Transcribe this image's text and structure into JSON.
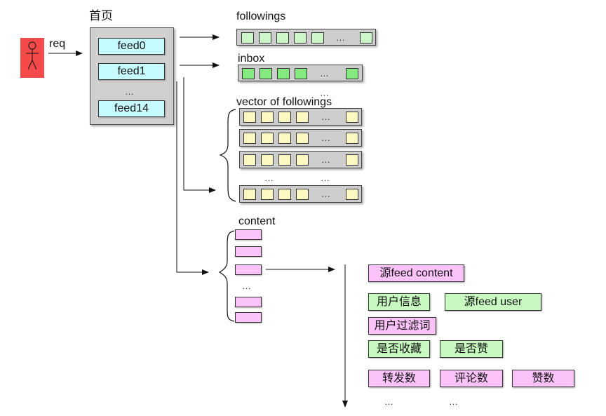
{
  "title": "首页",
  "actor": {
    "icon": "stick-figure-user-icon",
    "color": "#f64a4a"
  },
  "request_label": "req",
  "homepage": {
    "feeds": [
      "feed0",
      "feed1",
      "…",
      "feed14"
    ]
  },
  "followings": {
    "label": "followings",
    "cells": 6,
    "ellipsis": "…"
  },
  "inbox": {
    "label": "inbox",
    "cells": 5,
    "ellipsis": "…"
  },
  "vector_of_followings": {
    "label": "vector of followings",
    "top_ellipsis": "…",
    "rows": 4,
    "cells_per_row": 5,
    "ellipsis": "…",
    "gap_ellipsis": [
      "…",
      "…"
    ]
  },
  "content": {
    "label": "content",
    "ellipsis": "…",
    "boxes": 5
  },
  "content_fields": {
    "source_feed_content": "源feed content",
    "user_info": "用户信息",
    "source_feed_user": "源feed user",
    "user_filter_words": "用户过滤词",
    "is_favorited": "是否收藏",
    "is_liked": "是否赞",
    "repost_count": "转发数",
    "comment_count": "评论数",
    "like_count": "赞数",
    "more": [
      "…",
      "…"
    ]
  },
  "colors": {
    "feed": "#c5fbfd",
    "followings_cell": "#cdf7c8",
    "inbox_cell": "#82ea7e",
    "vector_cell": "#fbf8c2",
    "content": "#fcc3fb",
    "field_green": "#c7f9c0",
    "field_pink": "#fcc3fb"
  }
}
